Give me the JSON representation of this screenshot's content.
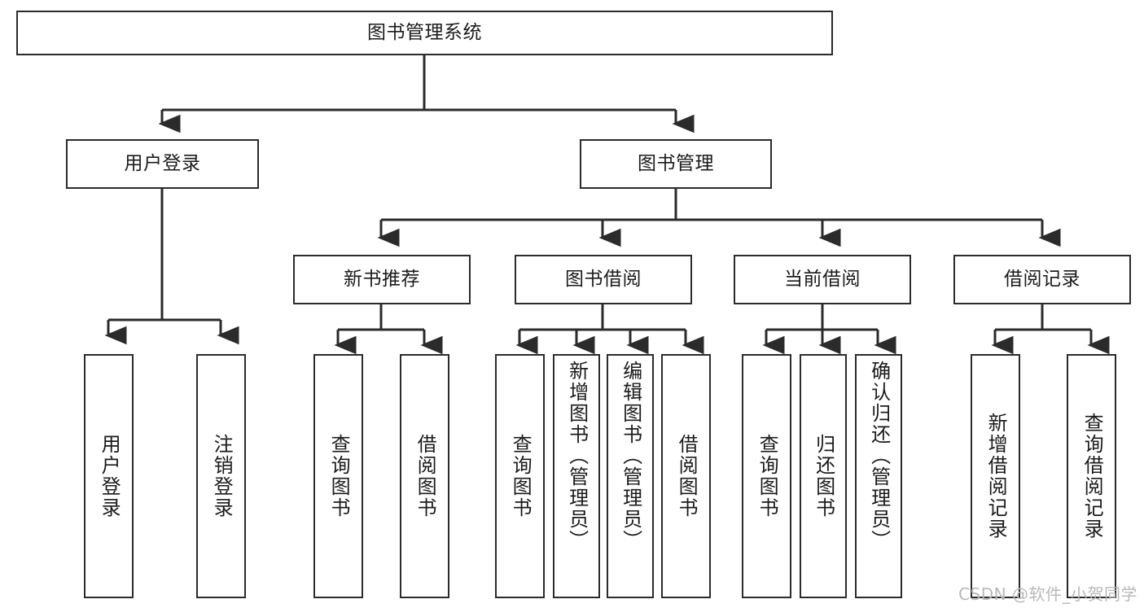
{
  "diagram": {
    "title": "图书管理系统",
    "type": "tree",
    "root": {
      "label": "图书管理系统"
    },
    "level2": [
      {
        "label": "用户登录"
      },
      {
        "label": "图书管理"
      }
    ],
    "level3": [
      {
        "label": "新书推荐"
      },
      {
        "label": "图书借阅"
      },
      {
        "label": "当前借阅"
      },
      {
        "label": "借阅记录"
      }
    ],
    "leaves": {
      "user_login": [
        {
          "label": "用户登录"
        },
        {
          "label": "注销登录"
        }
      ],
      "new_book": [
        {
          "label": "查询图书"
        },
        {
          "label": "借阅图书"
        }
      ],
      "book_borrow": [
        {
          "label": "查询图书"
        },
        {
          "label": "新增图书（管理员）"
        },
        {
          "label": "编辑图书（管理员）"
        },
        {
          "label": "借阅图书"
        }
      ],
      "current_borrow": [
        {
          "label": "查询图书"
        },
        {
          "label": "归还图书"
        },
        {
          "label": "确认归还（管理员）"
        }
      ],
      "borrow_record": [
        {
          "label": "新增借阅记录"
        },
        {
          "label": "查询借阅记录"
        }
      ]
    }
  },
  "watermark": {
    "text": "CSDN @软件_小贺同学"
  },
  "colors": {
    "stroke": "#2b2b2b",
    "fill": "#ffffff",
    "text": "#1b1b1b",
    "watermark": "#b9b9b9"
  }
}
